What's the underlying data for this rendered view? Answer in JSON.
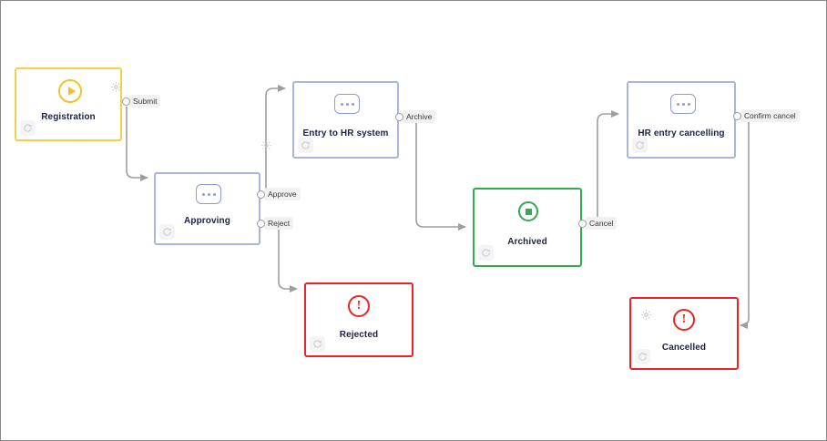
{
  "canvas": {
    "background": "#ffffff",
    "border_color": "#8a8a8a",
    "edge_color": "#9e9e9e"
  },
  "nodes": [
    {
      "id": "registration",
      "label": "Registration",
      "status": "start",
      "color": "#f2d04b",
      "icon": "play-icon",
      "has_gear": true,
      "has_refresh": true
    },
    {
      "id": "approving",
      "label": "Approving",
      "status": "task",
      "color": "#aab4dc",
      "icon": "dots-icon",
      "has_gear": false,
      "has_refresh": true
    },
    {
      "id": "entry-to-hr-system",
      "label": "Entry to HR system",
      "status": "task",
      "color": "#aab4dc",
      "icon": "dots-icon",
      "has_gear": false,
      "has_refresh": true
    },
    {
      "id": "rejected",
      "label": "Rejected",
      "status": "terminal-error",
      "color": "#e8232a",
      "icon": "alert-icon",
      "has_gear": false,
      "has_refresh": true
    },
    {
      "id": "archived",
      "label": "Archived",
      "status": "terminal-ok",
      "color": "#34a853",
      "icon": "stop-icon",
      "has_gear": false,
      "has_refresh": true
    },
    {
      "id": "hr-entry-cancelling",
      "label": "HR entry cancelling",
      "status": "task",
      "color": "#aab4dc",
      "icon": "dots-icon",
      "has_gear": false,
      "has_refresh": true
    },
    {
      "id": "cancelled",
      "label": "Cancelled",
      "status": "terminal-error",
      "color": "#e8232a",
      "icon": "alert-icon",
      "has_gear": true,
      "has_refresh": true
    }
  ],
  "ports": [
    {
      "id": "submit",
      "label": "Submit",
      "from": "registration"
    },
    {
      "id": "approve",
      "label": "Approve",
      "from": "approving"
    },
    {
      "id": "reject",
      "label": "Reject",
      "from": "approving"
    },
    {
      "id": "archive",
      "label": "Archive",
      "from": "entry-to-hr-system"
    },
    {
      "id": "cancel",
      "label": "Cancel",
      "from": "archived"
    },
    {
      "id": "confirm-cancel",
      "label": "Confirm cancel",
      "from": "hr-entry-cancelling"
    }
  ],
  "edges": [
    {
      "id": "submit-to-approving",
      "label": "Submit",
      "source": "registration",
      "target": "approving"
    },
    {
      "id": "approve-to-entry",
      "label": "Approve",
      "source": "approving",
      "target": "entry-to-hr-system"
    },
    {
      "id": "reject-to-rejected",
      "label": "Reject",
      "source": "approving",
      "target": "rejected"
    },
    {
      "id": "archive-to-archived",
      "label": "Archive",
      "source": "entry-to-hr-system",
      "target": "archived"
    },
    {
      "id": "cancel-to-hr-cancelling",
      "label": "Cancel",
      "source": "archived",
      "target": "hr-entry-cancelling"
    },
    {
      "id": "confirm-cancel-to-cancelled",
      "label": "Confirm cancel",
      "source": "hr-entry-cancelling",
      "target": "cancelled"
    }
  ]
}
